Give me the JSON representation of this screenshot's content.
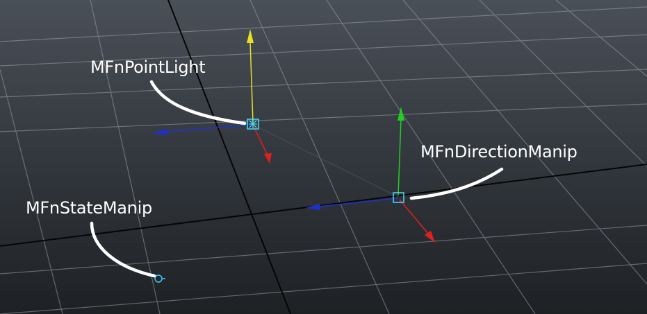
{
  "viewport": {
    "background_top": "#4a5058",
    "background_bottom": "#1e2124",
    "grid_color": "#9aa0a8",
    "axis_line_color": "#000000"
  },
  "callouts": {
    "point_light": "MFnPointLight",
    "direction_manip": "MFnDirectionManip",
    "state_manip": "MFnStateManip"
  },
  "manipulators": {
    "point_light": {
      "icon": "point-light-icon",
      "x_axis_color": "#e02020",
      "y_axis_color": "#e8e020",
      "z_axis_color": "#2030d0",
      "handle_color": "#40e0ff"
    },
    "direction_manip": {
      "icon": "direction-manip-icon",
      "x_axis_color": "#e02020",
      "y_axis_color": "#20d020",
      "z_axis_color": "#2030d0",
      "handle_color": "#40e0ff"
    },
    "state_manip": {
      "icon": "state-manip-icon",
      "color": "#40c8ff"
    }
  }
}
